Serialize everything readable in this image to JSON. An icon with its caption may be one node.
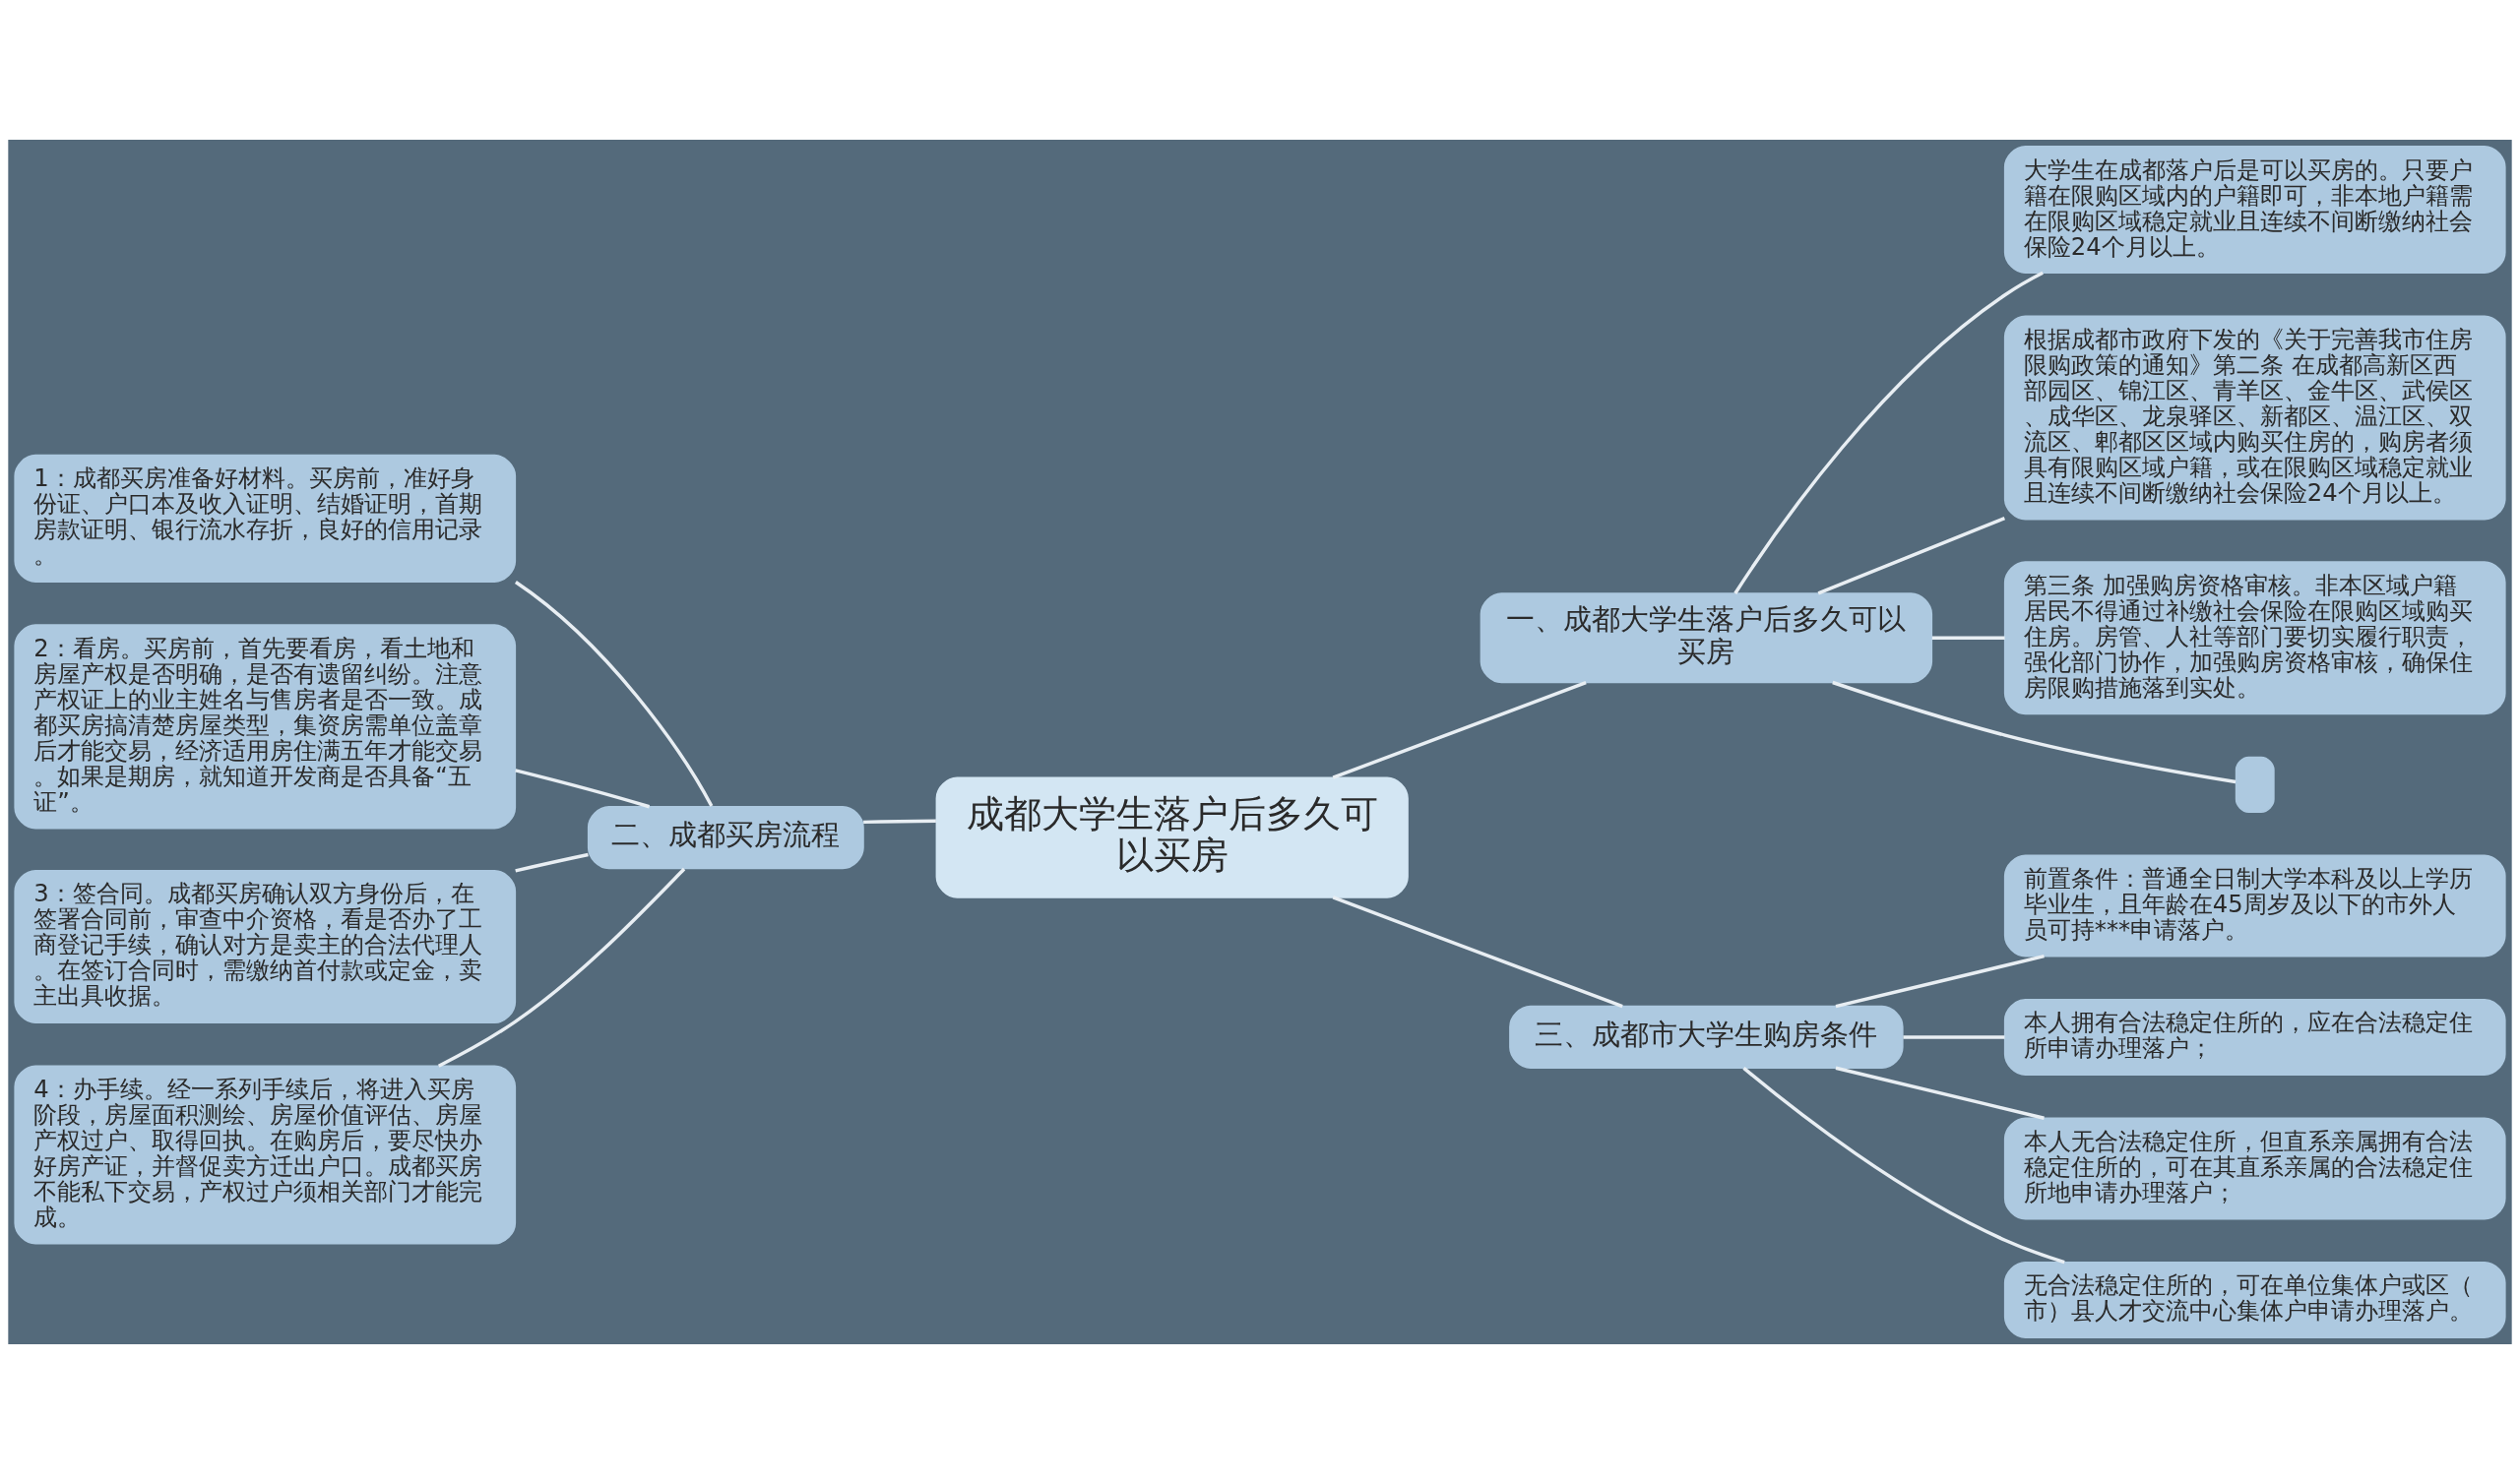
{
  "diagram": {
    "nodes": [
      {
        "text": [
          "成都大学生落户后多久可以买房"
        ]
      },
      {
        "text": [
          "一、成都大学生落户后多久可以买房"
        ]
      },
      {
        "text": [
          "大学生在成都落户后是可以买房的。只要户籍在限购区域内的户籍即可，非本地户籍需在限购区域稳定就业且连续不间断缴纳社会保险24个月以上。"
        ]
      },
      {
        "text": [
          "根据成都市政府下发的《关于完善我市住房限购政策的通知》第二条 在成都高新区西部园区、锦江区、青羊区、金牛区、武侯区、成华区、龙泉驿区、新都区、温江区、双流区、郫都区区域内购买住房的，购房者须具有限购区域户籍，或在限购区域稳定就业且连续不间断缴纳社会保险24个月以上。"
        ]
      },
      {
        "text": [
          "第三条 加强购房资格审核。非本区域户籍居民不得通过补缴社会保险在限购区域购买住房。房管、人社等部门要切实履行职责，强化部门协作，加强购房资格审核，确保住房限购措施落到实处。"
        ]
      },
      {
        "text": [],
        "shape": "box"
      },
      {
        "text": [
          "二、成都买房流程"
        ]
      },
      {
        "text": [
          "1：成都买房准备好材料。买房前，准好身份证、户口本及收入证明、结婚证明，首期房款证明、银行流水存折，良好的信用记录。"
        ]
      },
      {
        "text": [
          "2：看房。买房前，首先要看房，看土地和房屋产权是否明确，是否有遗留纠纷。注意产权证上的业主姓名与售房者是否一致。成都买房搞清楚房屋类型，集资房需单位盖章后才能交易，经济适用房住满五年才能交易。如果是期房，就知道开发商是否具备“五证”。"
        ]
      },
      {
        "text": [
          "3：签合同。成都买房确认双方身份后，在签署合同前，审查中介资格，看是否办了工商登记手续，确认对方是卖主的合法代理人。在签订合同时，需缴纳首付款或定金，卖主出具收据。"
        ]
      },
      {
        "text": [
          "4：办手续。经一系列手续后，将进入买房阶段，房屋面积测绘、房屋价值评估、房屋产权过户、取得回执。在购房后，要尽快办好房产证，并督促卖方迁出户口。成都买房不能私下交易，产权过户须相关部门才能完成。"
        ]
      },
      {
        "text": [
          "三、成都市大学生购房条件"
        ]
      },
      {
        "text": [
          "前置条件：普通全日制大学本科及以上学历毕业生，且年龄在45周岁及以下的市外人员可持***申请落户。"
        ]
      },
      {
        "text": [
          "本人拥有合法稳定住所的，应在合法稳定住所申请办理落户；"
        ]
      },
      {
        "text": [
          "本人无合法稳定住所，但直系亲属拥有合法稳定住所的，可在其直系亲属的合法稳定住所地申请办理落户；"
        ]
      },
      {
        "text": [
          "无合法稳定住所的，可在单位集体户或区（市）县人才交流中心集体户申请办理落户。"
        ]
      }
    ],
    "edges": [
      {
        "from": 0,
        "to": 1,
        "arrow": "none"
      },
      {
        "from": 1,
        "to": 2,
        "arrow": "none"
      },
      {
        "from": 1,
        "to": 3,
        "arrow": "none"
      },
      {
        "from": 1,
        "to": 4,
        "arrow": "none"
      },
      {
        "from": 1,
        "to": 5,
        "arrow": "none"
      },
      {
        "from": 0,
        "to": 6,
        "arrow": "none"
      },
      {
        "from": 6,
        "to": 7,
        "arrow": "none"
      },
      {
        "from": 6,
        "to": 8,
        "arrow": "none"
      },
      {
        "from": 6,
        "to": 9,
        "arrow": "none"
      },
      {
        "from": 6,
        "to": 10,
        "arrow": "none"
      },
      {
        "from": 0,
        "to": 11,
        "arrow": "none"
      },
      {
        "from": 11,
        "to": 12,
        "arrow": "none"
      },
      {
        "from": 11,
        "to": 13,
        "arrow": "none"
      },
      {
        "from": 11,
        "to": 14,
        "arrow": "none"
      },
      {
        "from": 11,
        "to": 15,
        "arrow": "none"
      }
    ]
  }
}
